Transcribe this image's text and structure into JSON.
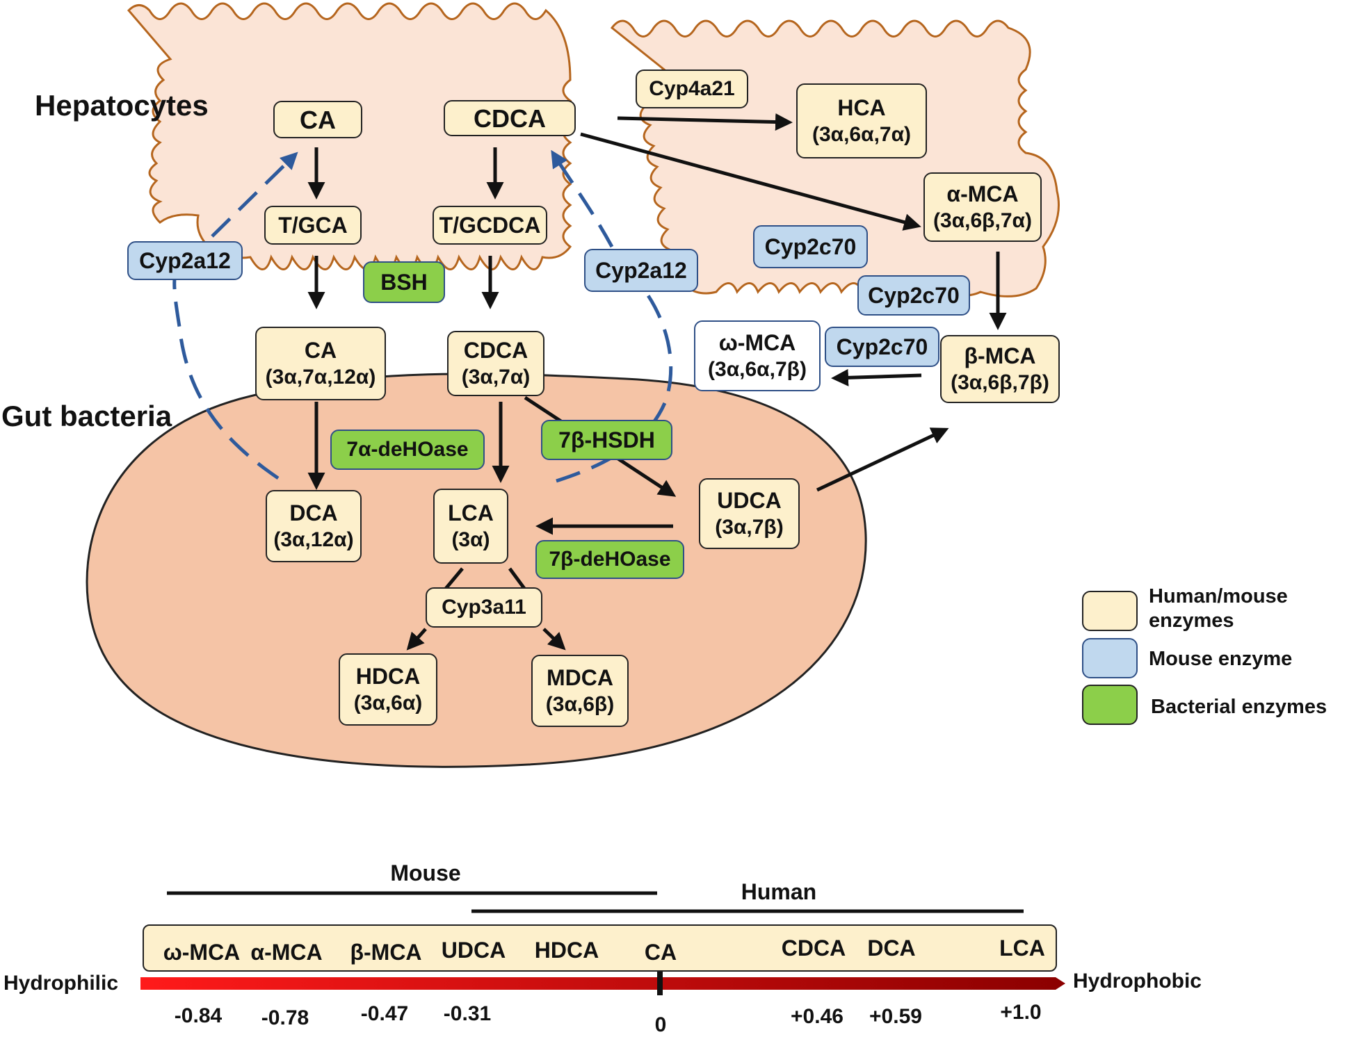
{
  "regions": {
    "hepatocytes": "Hepatocytes",
    "gut_bacteria": "Gut bacteria"
  },
  "compounds": {
    "ca_liver": "CA",
    "cdca_liver": "CDCA",
    "tgca": "T/GCA",
    "tgcdca": "T/GCDCA",
    "ca_title": "CA",
    "ca_sub": "(3α,7α,12α)",
    "cdca_title": "CDCA",
    "cdca_sub": "(3α,7α)",
    "dca_title": "DCA",
    "dca_sub": "(3α,12α)",
    "lca_title": "LCA",
    "lca_sub": "(3α)",
    "udca_title": "UDCA",
    "udca_sub": "(3α,7β)",
    "hdca_title": "HDCA",
    "hdca_sub": "(3α,6α)",
    "mdca_title": "MDCA",
    "mdca_sub": "(3α,6β)",
    "hca_title": "HCA",
    "hca_sub": "(3α,6α,7α)",
    "amca_title": "α-MCA",
    "amca_sub": "(3α,6β,7α)",
    "bmca_title": "β-MCA",
    "bmca_sub": "(3α,6β,7β)",
    "omca_title": "ω-MCA",
    "omca_sub": "(3α,6α,7β)"
  },
  "enzymes": {
    "cyp4a21": "Cyp4a21",
    "cyp2a12_left": "Cyp2a12",
    "cyp2a12_right": "Cyp2a12",
    "bsh": "BSH",
    "cyp2c70_a": "Cyp2c70",
    "cyp2c70_b": "Cyp2c70",
    "cyp2c70_c": "Cyp2c70",
    "deho7a": "7α-deHOase",
    "hsdh7b": "7β-HSDH",
    "deho7b": "7β-deHOase",
    "cyp3a11": "Cyp3a11"
  },
  "legend": {
    "human_mouse": "Human/mouse\nenzymes",
    "mouse": "Mouse enzyme",
    "bacterial": "Bacterial enzymes"
  },
  "legend_colors": {
    "human_mouse": "#fdf0cc",
    "mouse": "#c0d8ee",
    "bacterial": "#8ccf4a"
  },
  "colors": {
    "hepatocyte_fill": "#fbe4d6",
    "hepatocyte_stroke": "#b5651d",
    "gut_fill": "#f5c4a6",
    "dashed_arrow": "#2e5a9c",
    "scale_bar_start": "#ff0000",
    "scale_bar_end": "#8b0000"
  },
  "scale": {
    "mouse_label": "Mouse",
    "human_label": "Human",
    "left_end": "Hydrophilic",
    "right_end": "Hydrophobic",
    "items": [
      {
        "name": "ω-MCA",
        "value": "-0.84"
      },
      {
        "name": "α-MCA",
        "value": "-0.78"
      },
      {
        "name": "β-MCA",
        "value": "-0.47"
      },
      {
        "name": "UDCA",
        "value": "-0.31"
      },
      {
        "name": "HDCA",
        "value": ""
      },
      {
        "name": "CA",
        "value": "0"
      },
      {
        "name": "CDCA",
        "value": "+0.46"
      },
      {
        "name": "DCA",
        "value": "+0.59"
      },
      {
        "name": "LCA",
        "value": "+1.0"
      }
    ]
  }
}
